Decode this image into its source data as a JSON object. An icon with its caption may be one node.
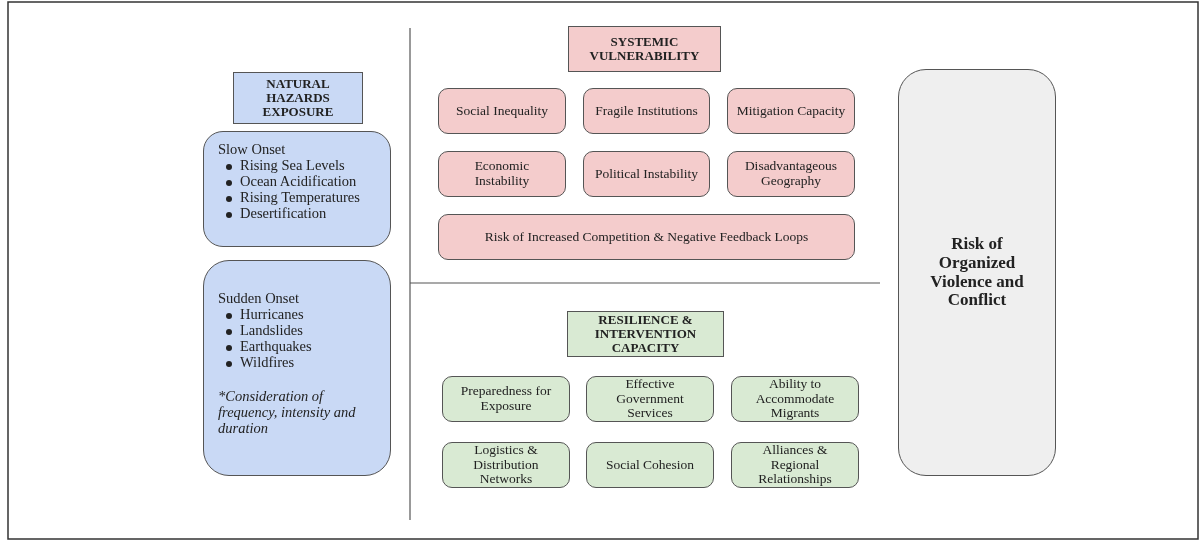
{
  "diagram": {
    "nodes": [
      {
        "text": [
          "NATURAL HAZARDS EXPOSURE"
        ]
      },
      {
        "text": [
          "Slow Onset",
          "Rising Sea Levels",
          "Ocean Acidification",
          "Rising Temperatures",
          "Desertification"
        ]
      },
      {
        "text": [
          "Sudden Onset",
          "Hurricanes",
          "Landslides",
          "Earthquakes",
          "Wildfires",
          "*Consideration of frequency, intensity and duration"
        ]
      },
      {
        "text": [
          "SYSTEMIC VULNERABILITY"
        ]
      },
      {
        "text": [
          "Social Inequality"
        ]
      },
      {
        "text": [
          "Fragile Institutions"
        ]
      },
      {
        "text": [
          "Mitigation Capacity"
        ]
      },
      {
        "text": [
          "Economic Instability"
        ]
      },
      {
        "text": [
          "Political Instability"
        ]
      },
      {
        "text": [
          "Disadvantageous Geography"
        ]
      },
      {
        "text": [
          "Risk of Increased Competition & Negative Feedback Loops"
        ]
      },
      {
        "text": [
          "RESILIENCE & INTERVENTION CAPACITY"
        ]
      },
      {
        "text": [
          "Preparedness for Exposure"
        ]
      },
      {
        "text": [
          "Effective Government Services"
        ]
      },
      {
        "text": [
          "Ability to Accommodate Migrants"
        ]
      },
      {
        "text": [
          "Logistics & Distribution Networks"
        ]
      },
      {
        "text": [
          "Social Cohesion"
        ]
      },
      {
        "text": [
          "Alliances & Regional Relationships"
        ]
      },
      {
        "text": [
          "Risk of Organized Violence and Conflict"
        ]
      }
    ],
    "edges": []
  }
}
